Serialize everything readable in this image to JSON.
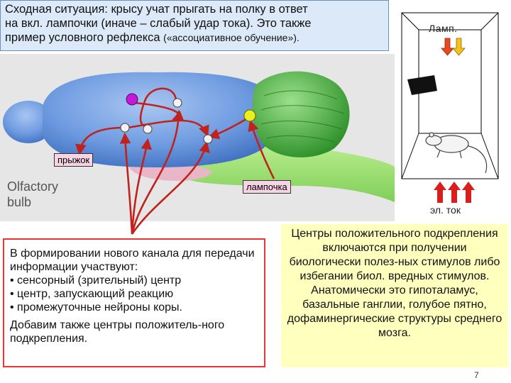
{
  "header": {
    "line1": "Сходная ситуация: крысу учат прыгать на полку в ответ",
    "line2": "на вкл. лампочки (иначе – слабый удар тока). Это также",
    "line3_main": "пример условного рефлекса ",
    "line3_small": "(«ассоциативное обучение»)."
  },
  "brain": {
    "olfactory_label": "Olfactory\nbulb",
    "jump_label": "прыжок",
    "lamp_label": "лампочка"
  },
  "cage": {
    "lamp_label": "Ламп.",
    "shock_label": "эл. ток"
  },
  "info": {
    "intro": "В формировании нового канала для передачи информации участвуют:",
    "items": [
      "• сенсорный (зрительный) центр",
      "• центр, запускающий реакцию",
      "• промежуточные нейроны коры."
    ],
    "extra": "Добавим также центры положитель-ного подкрепления."
  },
  "reinforcement": {
    "text": "Центры положительного подкрепления включаются при получении биологически полез-ных стимулов либо избегании биол. вредных стимулов. Анатомически это гипоталамус, базальные ганглии, голубое пятно, дофаминергические структуры среднего мозга."
  },
  "page_number": "7",
  "colors": {
    "header_bg": "#dbe9f8",
    "pathway": "#c0221e",
    "info_border": "#ee3333",
    "yellow_box_bg": "#ffffbe",
    "cortex": "#5f8fd6",
    "cerebellum": "#3aa535",
    "magenta_node": "#c21ad6",
    "yellow_node": "#eaf01a"
  }
}
